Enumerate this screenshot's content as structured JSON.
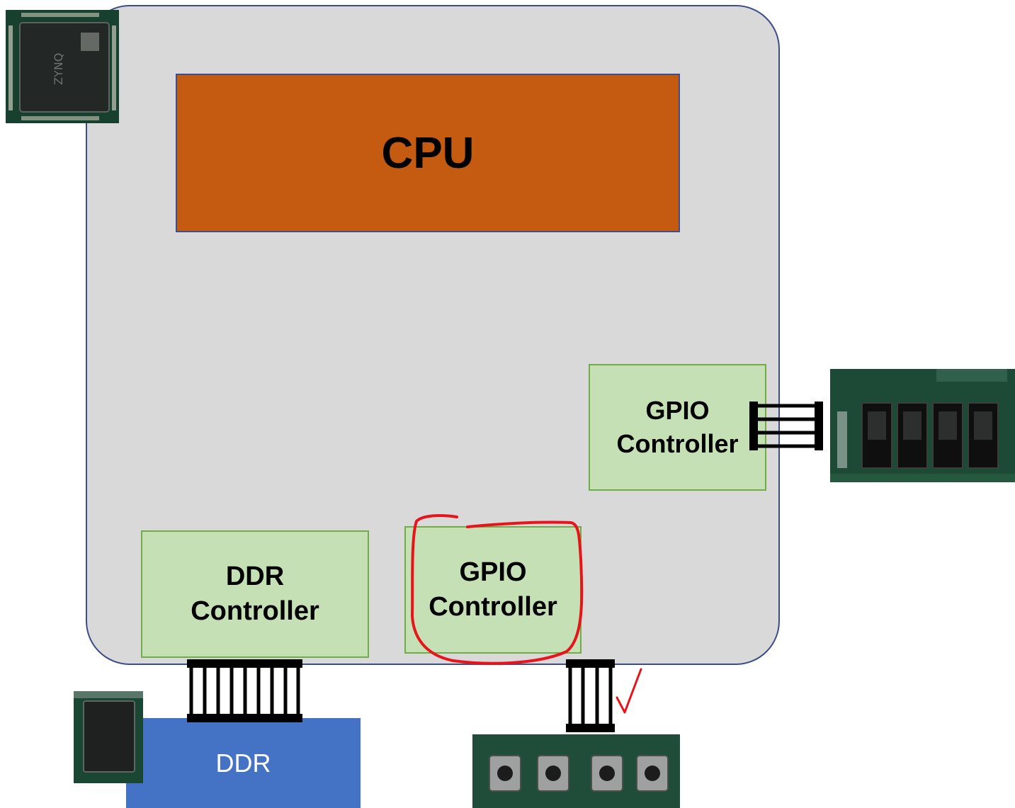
{
  "cpu": {
    "label": "CPU"
  },
  "gpio_controller_right": {
    "line1": "GPIO",
    "line2": "Controller"
  },
  "ddr_controller": {
    "line1": "DDR",
    "line2": "Controller"
  },
  "gpio_controller_bottom": {
    "line1": "GPIO",
    "line2": "Controller"
  },
  "ddr": {
    "label": "DDR"
  },
  "colors": {
    "soc_fill": "#d9d9d9",
    "cpu_fill": "#c55a11",
    "controller_fill": "#c5e0b4",
    "controller_border": "#70ad47",
    "ddr_fill": "#4472c4",
    "annotation": "#e8141b"
  },
  "photos": {
    "zynq_chip": "zynq-soc-chip-photo",
    "switches_board": "slide-switches-board-photo",
    "buttons_board": "push-buttons-board-photo",
    "ddr_chip": "ddr-memory-chip-photo"
  },
  "annotations": {
    "highlight": "red-hand-drawn-outline-around-bottom-gpio-controller",
    "check": "red-check-mark-next-to-button-bus"
  }
}
